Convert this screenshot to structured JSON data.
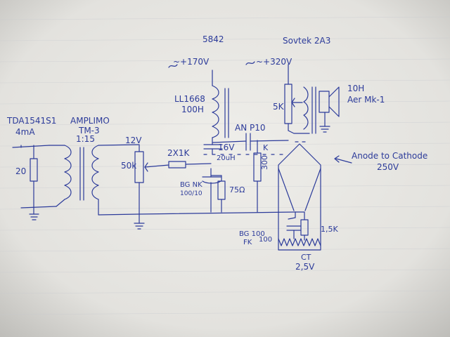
{
  "colors": {
    "paper": "#ecebe7",
    "paper_edge": "#cfcdc8",
    "ink": "#2c3b9a",
    "ruled": "#c6c8ce"
  },
  "labels": {
    "source_ic": "TDA1541S1",
    "source_current": "4mA",
    "resistor_20": "20",
    "xfmr_name": "AMPLIMO",
    "xfmr_model": "TM-3",
    "xfmr_ratio": "1:15",
    "pot_voltage": "12V",
    "pot_value": "50k",
    "grid_resistor": "2X1K",
    "tube_rect": "5842",
    "b_plus_1": "~+170V",
    "choke_name": "LL1668",
    "choke_value": "100H",
    "coupling_cap": "AN P10",
    "cap_16v": "16V",
    "cap_20uh": "20uH",
    "cap_bg": "BG NK",
    "cap_bg_value": "100/10",
    "resistor_75": "75Ω",
    "resistor_300": "300",
    "resistor_300_k": "K",
    "output_tube": "Sovtek 2A3",
    "b_plus_2": "~+320V",
    "out_pot": "5K",
    "out_xfmr": "10H",
    "out_xfmr_model": "Aer Mk-1",
    "anode_note_1": "Anode to Cathode",
    "anode_note_2": "250V",
    "cap_bg_fk": "BG 100",
    "cap_bg_fk2": "FK",
    "cap_bg_fk3": "100",
    "resistor_1k5": "1,5K",
    "ct_label": "CT",
    "ct_voltage": "2,5V"
  }
}
